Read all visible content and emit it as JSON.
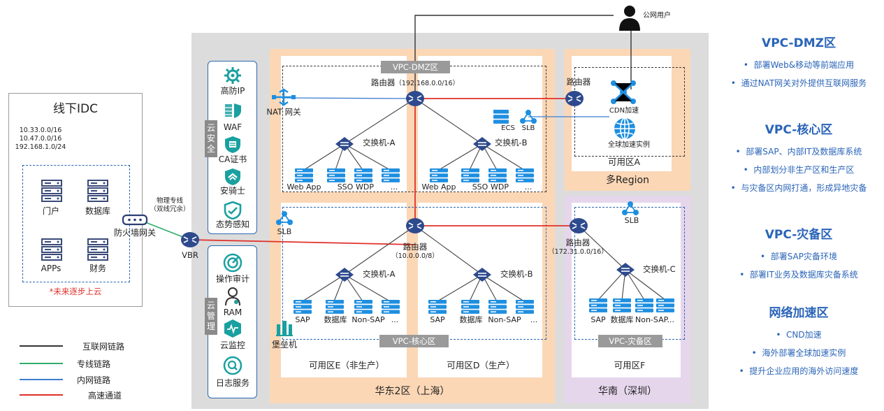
{
  "public_user": "公网用户",
  "idc": {
    "title": "线下IDC",
    "cidrs": [
      "10.33.0.0/16",
      "10.47.0.0/16",
      "192.168.1.0/24"
    ],
    "servers": [
      "门户",
      "数据库",
      "APPs",
      "财务"
    ],
    "note": "*未来逐步上云"
  },
  "link": {
    "line1": "物理专线",
    "line2": "（双线冗余）"
  },
  "firewall_label": "防火墙网关",
  "vbr_label": "VBR",
  "security": {
    "title": "云安全",
    "items": [
      "高防IP",
      "WAF",
      "CA证书",
      "安骑士",
      "态势感知"
    ]
  },
  "management": {
    "title": "云管理",
    "items": [
      "操作审计",
      "RAM",
      "云监控",
      "日志服务"
    ]
  },
  "dmz": {
    "tag": "VPC-DMZ区",
    "router": "路由器",
    "router_cidr": "（192.168.0.0/16）",
    "nat": "NAT 网关",
    "switch_a": "交换机-A",
    "switch_b": "交换机-B",
    "ecs": "ECS",
    "slb": "SLB",
    "servers_a": [
      "Web App",
      "SSO",
      "WDP",
      "..."
    ],
    "servers_b": [
      "Web App",
      "SSO",
      "WDP",
      "..."
    ]
  },
  "core": {
    "tag": "VPC-核心区",
    "router": "路由器",
    "router_cidr": "（10.0.0.0/8）",
    "slb": "SLB",
    "bastion": "堡垒机",
    "switch_a": "交换机-A",
    "switch_b": "交换机-B",
    "servers_a": [
      "SAP",
      "数据库",
      "Non-SAP",
      "..."
    ],
    "servers_b": [
      "SAP",
      "数据库",
      "Non-SAP",
      "..."
    ],
    "zone_e": "可用区E（非生产）",
    "zone_d": "可用区D（生产）"
  },
  "region_east": "华东2区（上海）",
  "multi_region": {
    "router": "路由器",
    "cdn": "CDN加速",
    "ga": "全球加速实例",
    "zone": "可用区A",
    "label": "多Region"
  },
  "dr": {
    "router": "路由器",
    "router_cidr": "（172.31.0.0/16）",
    "slb": "SLB",
    "switch_c": "交换机-C",
    "servers": [
      "SAP",
      "数据库",
      "Non-SAP..."
    ],
    "tag": "VPC-灾备区",
    "zone": "可用区F",
    "region": "华南（深圳）"
  },
  "legend": [
    {
      "label": "互联网链路",
      "color": "#333333"
    },
    {
      "label": "专线链路",
      "color": "#2eae6e"
    },
    {
      "label": "内网链路",
      "color": "#3d7fd0"
    },
    {
      "label": "高速通道",
      "color": "#e0302a"
    }
  ],
  "right_panel": [
    {
      "title": "VPC-DMZ区",
      "bullets": [
        "部署Web&移动等前端应用",
        "通过NAT网关对外提供互联网服务"
      ]
    },
    {
      "title": "VPC-核心区",
      "bullets": [
        "部署SAP、内部IT及数据库系统",
        "内部划分非生产区和生产区",
        "与灾备区内网打通，形成异地灾备"
      ]
    },
    {
      "title": "VPC-灾备区",
      "bullets": [
        "部署SAP灾备环境",
        "部署IT业务及数据库灾备系统"
      ]
    },
    {
      "title": "网络加速区",
      "bullets": [
        "CND加速",
        "海外部署全球加速实例",
        "提升企业应用的海外访问速度"
      ]
    }
  ],
  "colors": {
    "panel_bg": "#dcdcdc",
    "orange_zone": "#fbd7b6",
    "purple_zone": "#e6d6ec",
    "accent_blue": "#2a64b8",
    "icon_blue": "#1e8fe0"
  }
}
